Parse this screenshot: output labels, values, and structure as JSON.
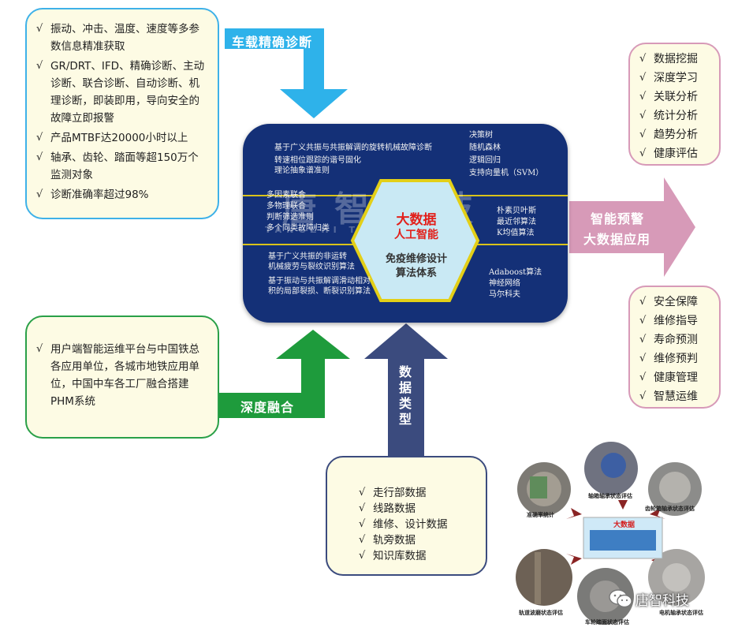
{
  "left_top_box": {
    "items": [
      "振动、冲击、温度、速度等多参数信息精准获取",
      "GR/DRT、IFD、精确诊断、主动诊断、联合诊断、自动诊断、机理诊断，即装即用，导向安全的故障立即报警",
      "产品MTBF达20000小时以上",
      "轴承、齿轮、踏面等超150万个监测对象",
      "诊断准确率超过98%"
    ]
  },
  "arrow_top_label": "车载精确诊断",
  "left_bottom_box": {
    "items": [
      "用户端智能运维平台与中国铁总各应用单位，各城市地铁应用单位，中国中车各工厂融合搭建PHM系统"
    ]
  },
  "arrow_green_label": "深度融合",
  "arrow_data_label": "数据类型",
  "data_box": {
    "items": [
      "走行部数据",
      "线路数据",
      "维修、设计数据",
      "轨旁数据",
      "知识库数据"
    ]
  },
  "arrow_right_label_1": "智能预警",
  "arrow_right_label_2": "大数据应用",
  "right_top_box": {
    "items": [
      "数据挖掘",
      "深度学习",
      "关联分析",
      "统计分析",
      "趋势分析",
      "健康评估"
    ]
  },
  "right_bottom_box": {
    "items": [
      "安全保障",
      "维修指导",
      "寿命预测",
      "维修预判",
      "健康管理",
      "智慧运维"
    ]
  },
  "center": {
    "tl_1": "基于广义共振与共振解调的旋转机械故障诊断",
    "tl_2": "转速相位跟踪的谐号固化",
    "tl_3": "理论抽象谱准则",
    "tr_1": "决策树",
    "tr_2": "随机森林",
    "tr_3": "逻辑回归",
    "tr_4": "支持向量机（SVM）",
    "ml_1": "多因素联合",
    "ml_2": "多物理联合",
    "ml_3": "判断筛选准则",
    "ml_4": "多个同类故障归类",
    "mr_1": "朴素贝叶斯",
    "mr_2": "最近邻算法",
    "mr_3": "K均值算法",
    "bl_1": "基于广义共振的非运转",
    "bl_2": "机械疲劳与裂纹识别算法",
    "bl_3": "基于振动与共振解调滑动相对",
    "bl_4": "积的局部裂损、断裂识别算法",
    "br_1": "Adaboost算法",
    "br_2": "神经网络",
    "br_3": "马尔科夫",
    "hex_1": "大数据",
    "hex_2": "人工智能",
    "hex_3": "免疫维修设计",
    "hex_4": "算法体系",
    "watermark_cn": "唐智科技",
    "watermark_en": "TANGZHI TECHNOLOGY"
  },
  "photo_cluster": {
    "center_label": "大数据",
    "labels": [
      "准确率统计",
      "轴箱轴承状态评估",
      "齿轮箱轴承状态评估",
      "轨道波磨状态评估",
      "车轮踏面状态评估",
      "电机轴承状态评估"
    ]
  },
  "brand": "唐智科技"
}
